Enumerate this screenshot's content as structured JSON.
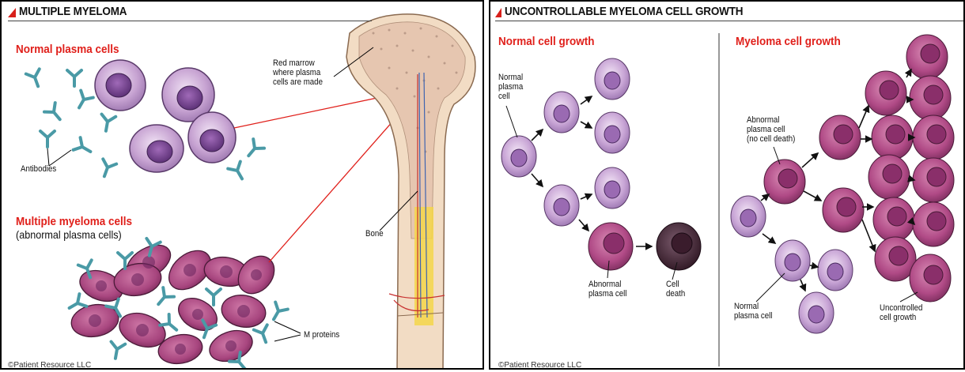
{
  "left": {
    "title": "MULTIPLE MYELOMA",
    "normal_heading": "Normal plasma cells",
    "myeloma_heading": "Multiple myeloma cells",
    "myeloma_subheading": "(abnormal plasma cells)",
    "label_antibodies": "Antibodies",
    "label_red_marrow": [
      "Red marrow",
      "where plasma",
      "cells are made"
    ],
    "label_bone": "Bone",
    "label_m_proteins": "M proteins",
    "copyright": "©Patient Resource LLC"
  },
  "right": {
    "title": "UNCONTROLLABLE MYELOMA CELL GROWTH",
    "normal_heading": "Normal cell growth",
    "myeloma_heading": "Myeloma cell growth",
    "label_normal_plasma_cell_top": [
      "Normal",
      "plasma",
      "cell"
    ],
    "label_abnormal_plasma_cell": [
      "Abnormal",
      "plasma cell"
    ],
    "label_cell_death": [
      "Cell",
      "death"
    ],
    "label_abnormal_no_death": [
      "Abnormal",
      "plasma cell",
      "(no cell death)"
    ],
    "label_normal_plasma_cell_bottom": [
      "Normal",
      "plasma cell"
    ],
    "label_uncontrolled": [
      "Uncontrolled",
      "cell growth"
    ],
    "copyright": "©Patient Resource LLC"
  },
  "colors": {
    "heading_red": "#e0201b",
    "normal_cell": "#b68cc4",
    "myeloma_cell": "#b04a86",
    "dead_cell": "#4a2a3c",
    "antibody": "#4a9aa6",
    "bone": "#f2dcc4",
    "marrow_yellow": "#f4d64a"
  }
}
